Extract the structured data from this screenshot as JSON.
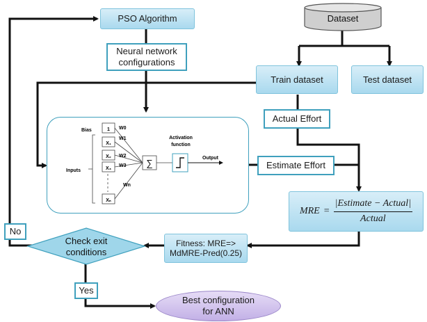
{
  "nodes": {
    "pso": "PSO Algorithm",
    "nn_config_line1": "Neural network",
    "nn_config_line2": "configurations",
    "dataset": "Dataset",
    "train": "Train dataset",
    "test": "Test dataset",
    "actual_effort": "Actual Effort",
    "estimate_effort": "Estimate Effort",
    "fitness_line1": "Fitness: MRE=>",
    "fitness_line2": "MdMRE-Pred(0.25)",
    "check_line1": "Check exit",
    "check_line2": "conditions",
    "no": "No",
    "yes": "Yes",
    "best_line1": "Best configuration",
    "best_line2": "for ANN"
  },
  "formula": {
    "lhs": "MRE",
    "equals": "=",
    "numerator": "|Estimate − Actual|",
    "denominator": "Actual"
  },
  "network": {
    "bias": "Bias",
    "inputs": "Inputs",
    "one": "1",
    "x1": "X₁",
    "x2": "X₂",
    "x3": "X₃",
    "xn": "Xₙ",
    "w0": "W0",
    "w1": "W1",
    "w2": "W2",
    "w3": "W3",
    "wn": "Wn",
    "sum": "∑",
    "activation_line1": "Activation",
    "activation_line2": "function",
    "output": "Output"
  },
  "colors": {
    "box_fill": "#bfe3f2",
    "box_border": "#3fa0bd",
    "ellipse_fill": "#d4c6ee",
    "arrow": "#111111"
  }
}
